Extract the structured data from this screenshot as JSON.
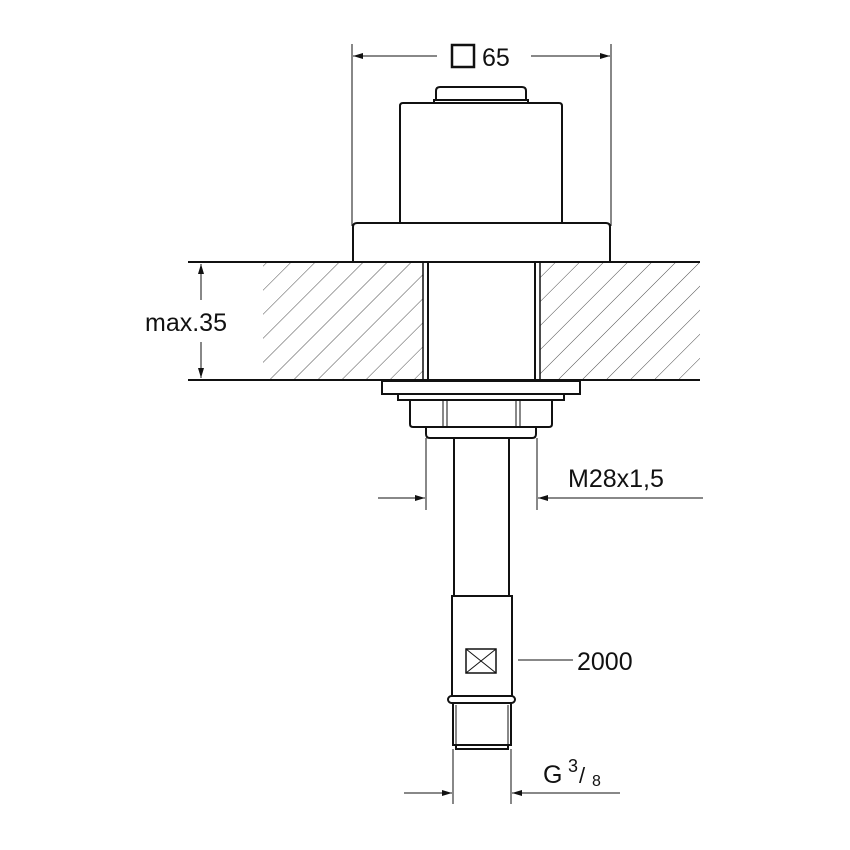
{
  "drawing": {
    "type": "technical-dimension-drawing",
    "subject": "wall/deck mounted fitting with pipe connection",
    "colors": {
      "line": "#111111",
      "background": "#ffffff"
    },
    "dimensions": {
      "width": {
        "symbol": "square-icon",
        "value": "65"
      },
      "mount_thickness": {
        "label": "max.35"
      },
      "thread": {
        "label": "M28x1,5"
      },
      "length": {
        "label": "2000"
      },
      "connection": {
        "prefix": "G",
        "numerator": "3",
        "slash": "/",
        "denominator": "8"
      }
    }
  }
}
